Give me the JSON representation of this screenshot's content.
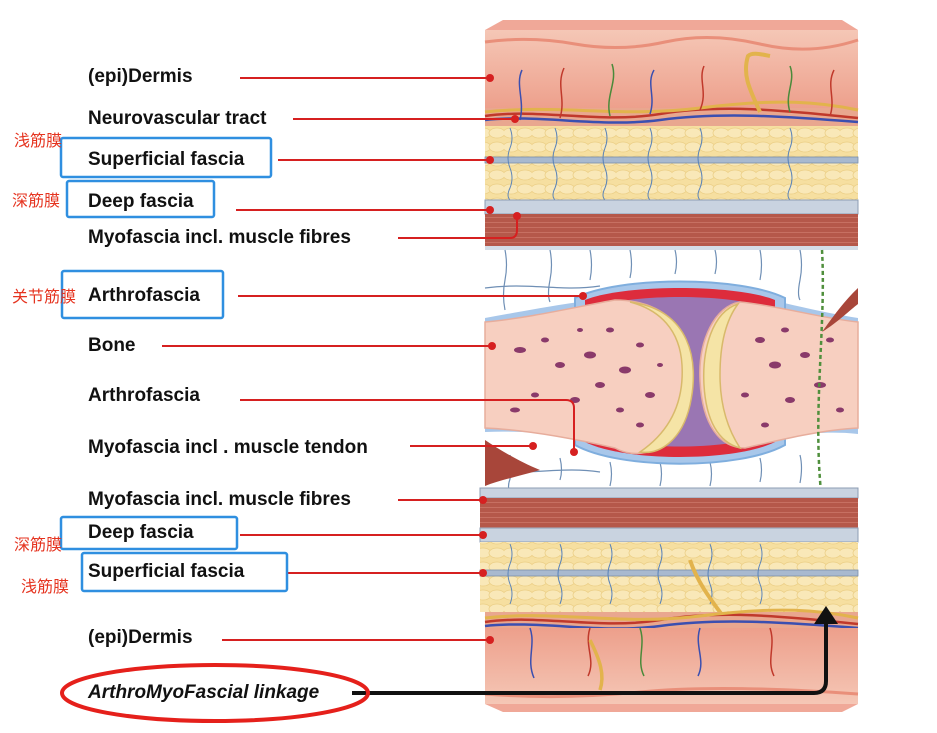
{
  "labels": {
    "dermis_top": "(epi)Dermis",
    "neurovascular": "Neurovascular tract",
    "superficial_top": "Superficial fascia",
    "deep_top": "Deep fascia",
    "myofascia_top": "Myofascia incl. muscle fibres",
    "arthrofascia_1": "Arthrofascia",
    "bone": "Bone",
    "arthrofascia_2": "Arthrofascia",
    "myofascia_tendon": "Myofascia incl . muscle tendon",
    "myofascia_bottom": "Myofascia incl. muscle fibres",
    "deep_bottom": "Deep fascia",
    "superficial_bottom": "Superficial fascia",
    "dermis_bottom": "(epi)Dermis",
    "linkage": "ArthroMyoFascial linkage"
  },
  "annotations_cn": {
    "superficial_top": "浅筋膜",
    "deep_top": "深筋膜",
    "arthro": "关节筋膜",
    "deep_bottom": "深筋膜",
    "superficial_bottom": "浅筋膜"
  },
  "colors": {
    "leader_line": "#d62020",
    "highlight_box": "#2f8fe0",
    "annotation_text": "#e5331f",
    "dermis": "#f2b8a4",
    "fascia_fat": "#f6dfa0",
    "muscle": "#b5584a",
    "bone": "#f7cfc0",
    "cartilage": "#f5e4a6",
    "synovial": "#9a76b3",
    "capsule": "#dd2c3c"
  }
}
